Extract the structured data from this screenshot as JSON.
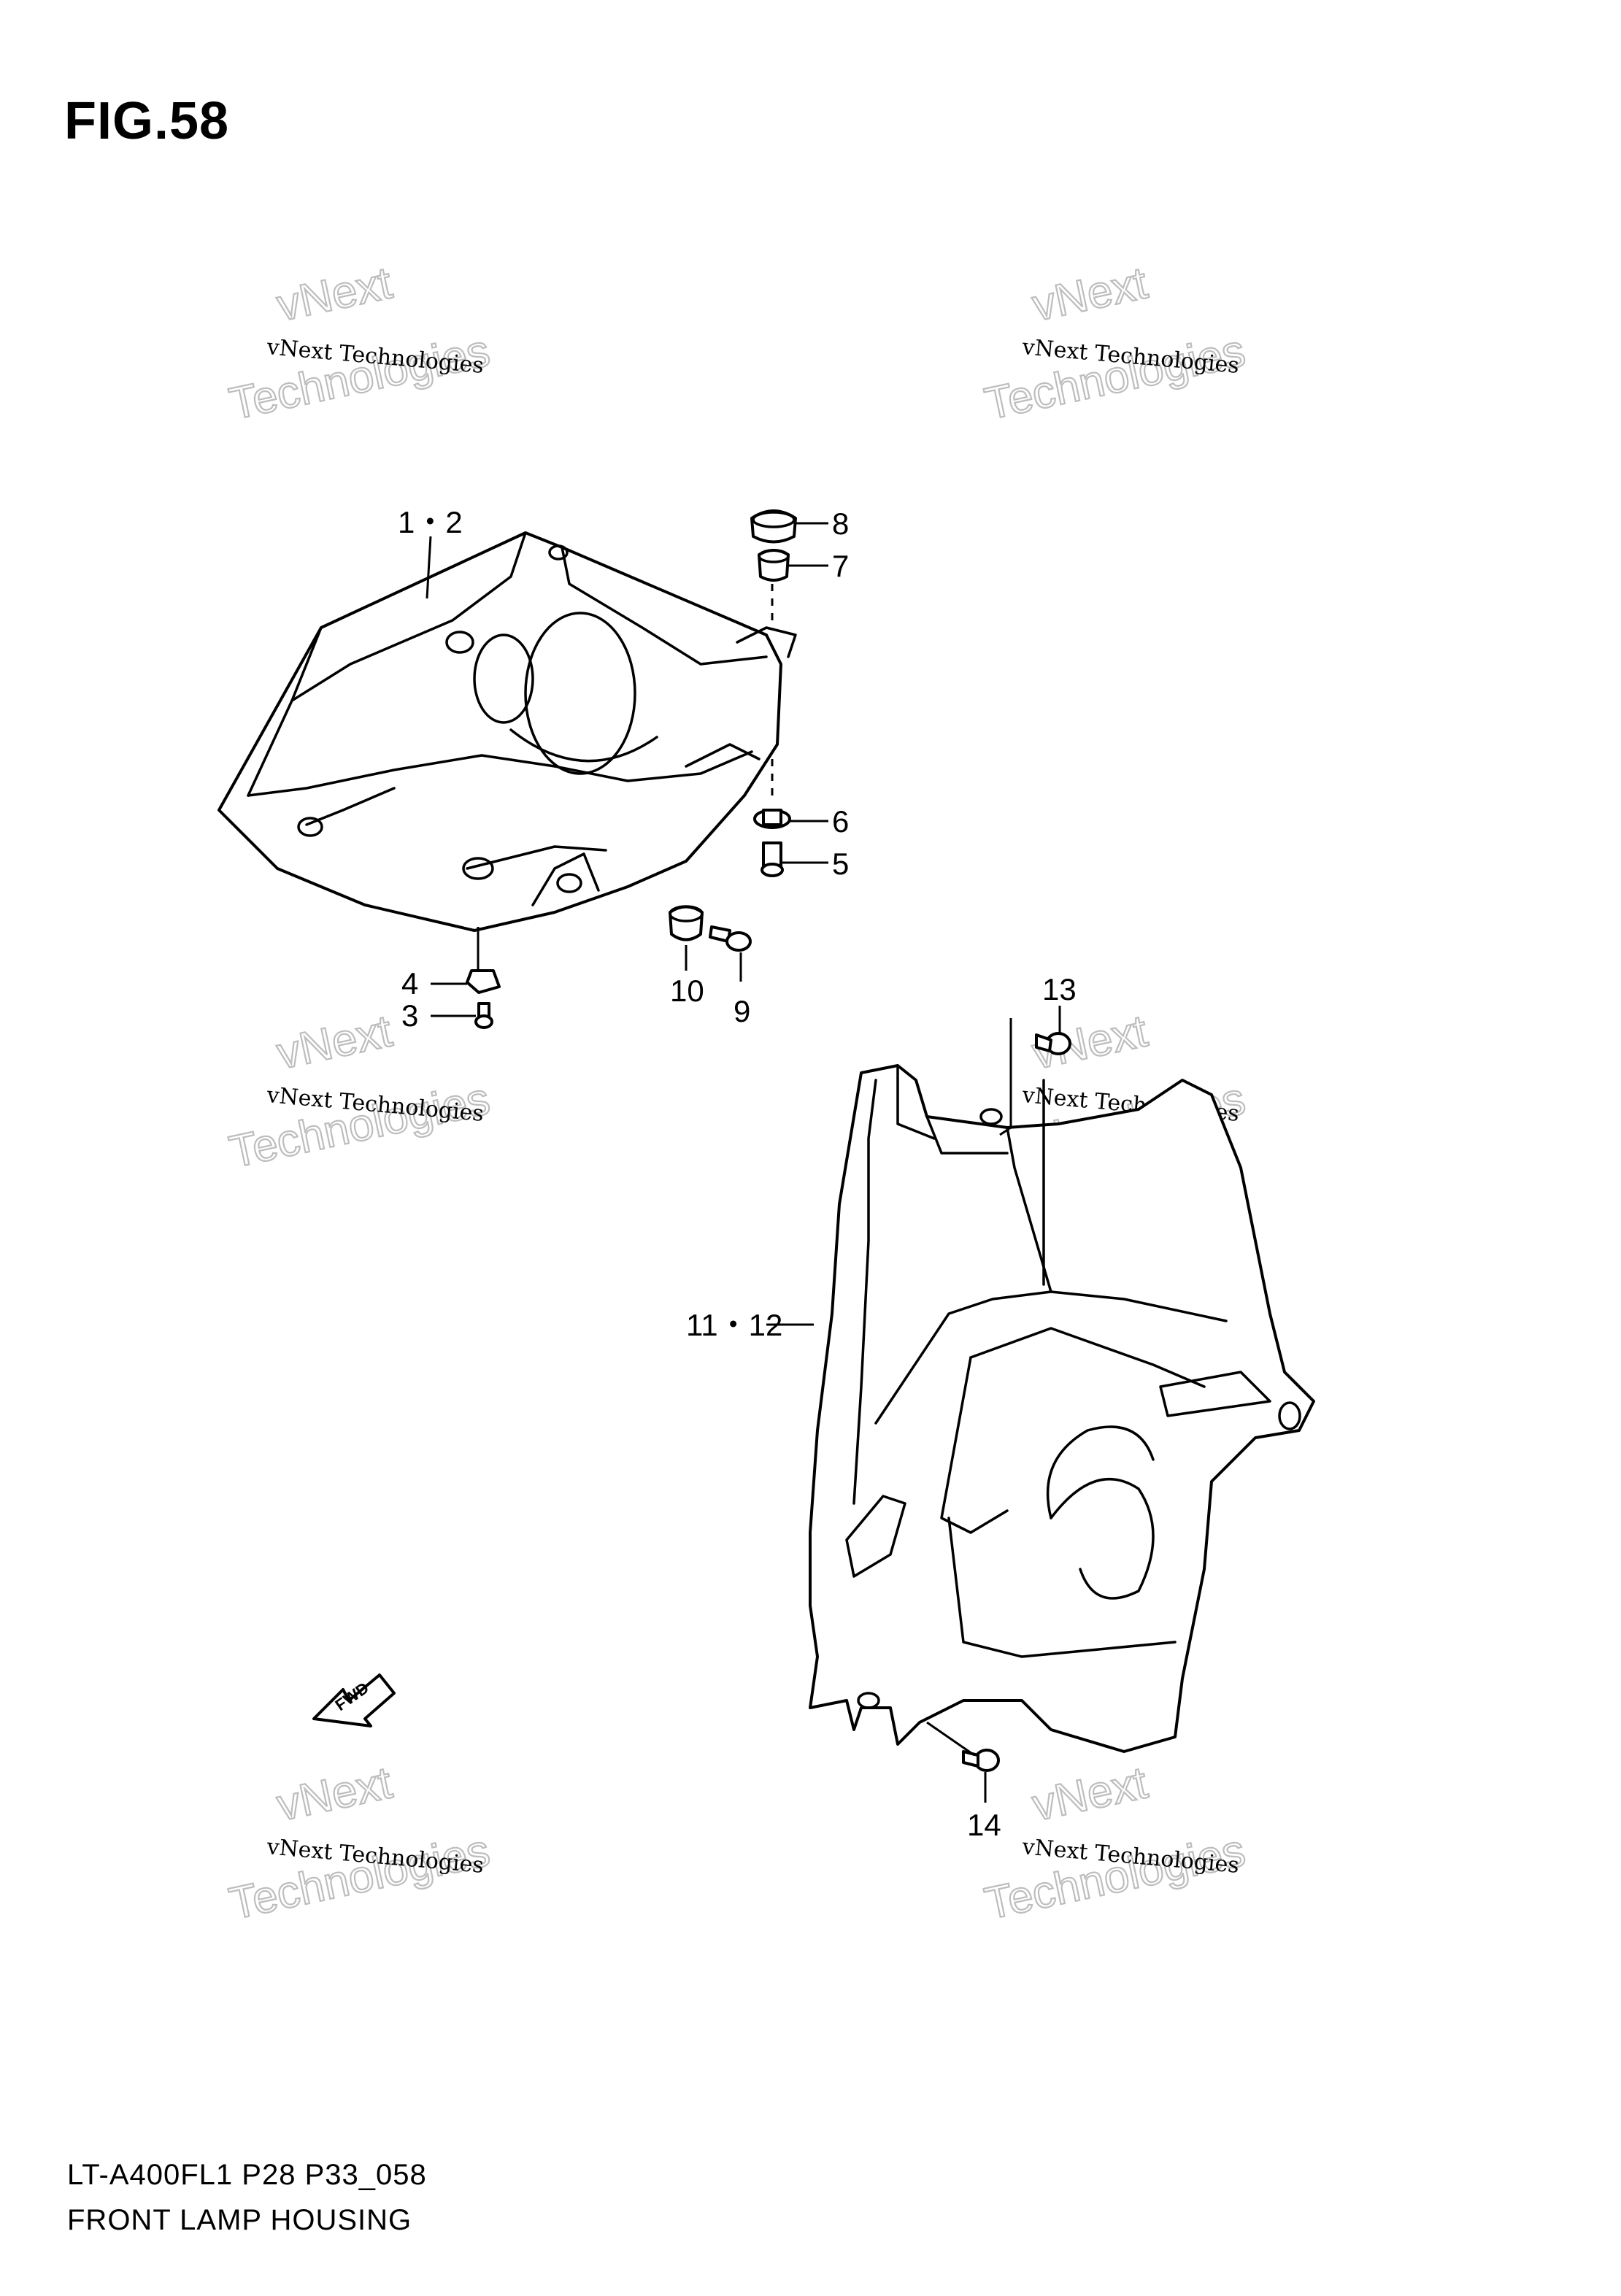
{
  "figure": {
    "title": "FIG.58",
    "model_code": "LT-A400FL1 P28 P33_058",
    "caption": "FRONT LAMP HOUSING"
  },
  "callouts": [
    {
      "id": "c-1-2",
      "label": "1・2"
    },
    {
      "id": "c-8",
      "label": "8"
    },
    {
      "id": "c-7",
      "label": "7"
    },
    {
      "id": "c-6",
      "label": "6"
    },
    {
      "id": "c-5",
      "label": "5"
    },
    {
      "id": "c-4",
      "label": "4"
    },
    {
      "id": "c-3",
      "label": "3"
    },
    {
      "id": "c-10",
      "label": "10"
    },
    {
      "id": "c-9",
      "label": "9"
    },
    {
      "id": "c-13",
      "label": "13"
    },
    {
      "id": "c-11-12",
      "label": "11・12"
    },
    {
      "id": "c-14",
      "label": "14"
    }
  ],
  "direction_arrow": {
    "label": "FWD"
  },
  "watermark": {
    "line1": "vNext Technologies",
    "big_top": "vNext",
    "big_bottom": "Technologies"
  }
}
